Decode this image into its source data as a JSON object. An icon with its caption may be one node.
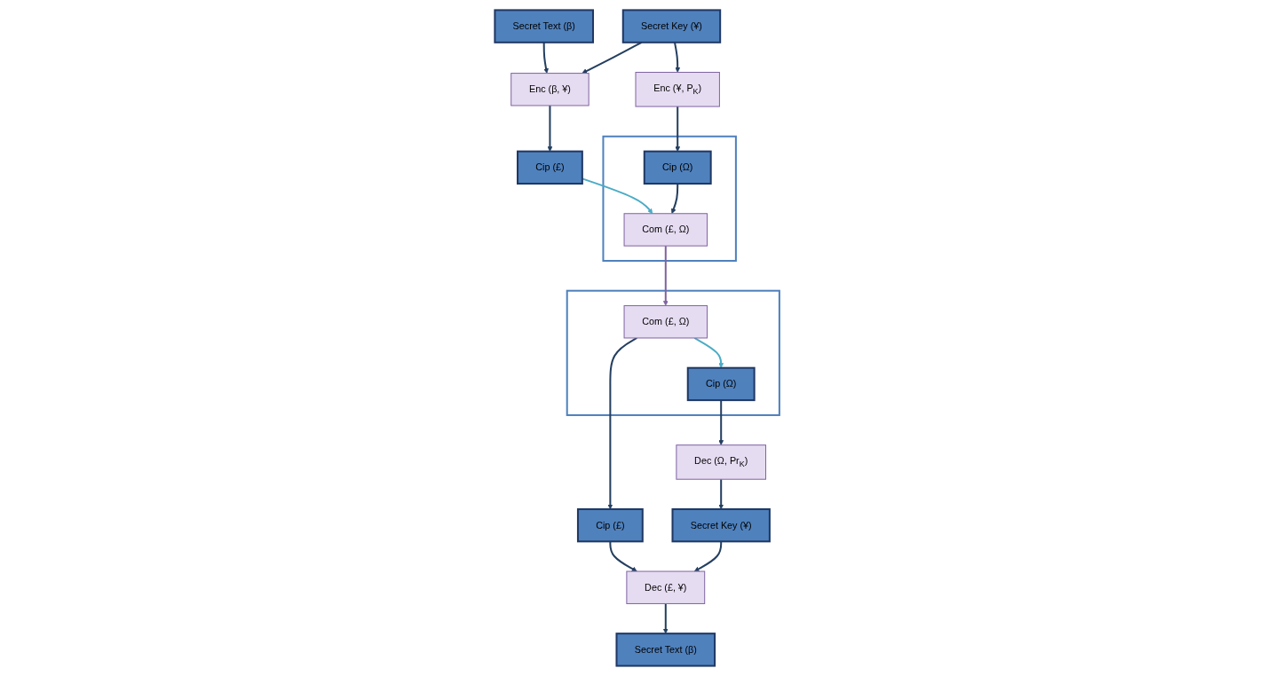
{
  "diagram": {
    "nodes": [
      {
        "text": [
          "Secret Text (β)"
        ]
      },
      {
        "text": [
          "Enc (β, ¥)"
        ]
      },
      {
        "text": [
          "Secret Key (¥)"
        ]
      },
      {
        "text": [
          "Cip (£)"
        ]
      },
      {
        "text": [
          "Enc (¥, P$_{K}$)"
        ]
      },
      {
        "text": [],
        "shape": "box"
      },
      {
        "text": [
          "Cip (Ω)"
        ],
        "in": 5
      },
      {
        "text": [
          "Com (£, Ω)"
        ],
        "in": 5
      },
      {
        "text": [
          "Secret Text (β)"
        ]
      },
      {
        "text": [
          "Dec (£, ¥)"
        ]
      },
      {
        "text": [
          "Secret Key (¥)"
        ]
      },
      {
        "text": [
          "Cip (£)"
        ]
      },
      {
        "text": [
          "Dec (Ω, Pr$_{K}$)"
        ]
      },
      {
        "text": [],
        "shape": "box"
      },
      {
        "text": [
          "Cip (Ω)"
        ],
        "in": 13
      },
      {
        "text": [
          "Com (£, Ω)"
        ],
        "in": 13
      }
    ],
    "edges": [
      {
        "from": 0,
        "to": 1,
        "arrow": "to"
      },
      {
        "from": 2,
        "to": 1,
        "arrow": "to"
      },
      {
        "from": 1,
        "to": 3,
        "arrow": "to"
      },
      {
        "from": 2,
        "to": 4,
        "arrow": "to"
      },
      {
        "from": 4,
        "to": 6,
        "arrow": "to"
      },
      {
        "from": 6,
        "to": 7,
        "arrow": "to"
      },
      {
        "from": 3,
        "to": 7,
        "arrow": "to",
        "color": "#4bacc6"
      },
      {
        "from": 7,
        "to": 15,
        "arrow": "to",
        "color": "#8064a2"
      },
      {
        "from": 15,
        "to": 11,
        "arrow": "to"
      },
      {
        "from": 11,
        "to": 9,
        "arrow": "to"
      },
      {
        "from": 10,
        "to": 9,
        "arrow": "to"
      },
      {
        "from": 9,
        "to": 8,
        "arrow": "to"
      },
      {
        "from": 15,
        "to": 14,
        "arrow": "to",
        "color": "#4bacc6"
      },
      {
        "from": 14,
        "to": 12,
        "arrow": "to"
      },
      {
        "from": 12,
        "to": 10,
        "arrow": "to"
      }
    ]
  }
}
